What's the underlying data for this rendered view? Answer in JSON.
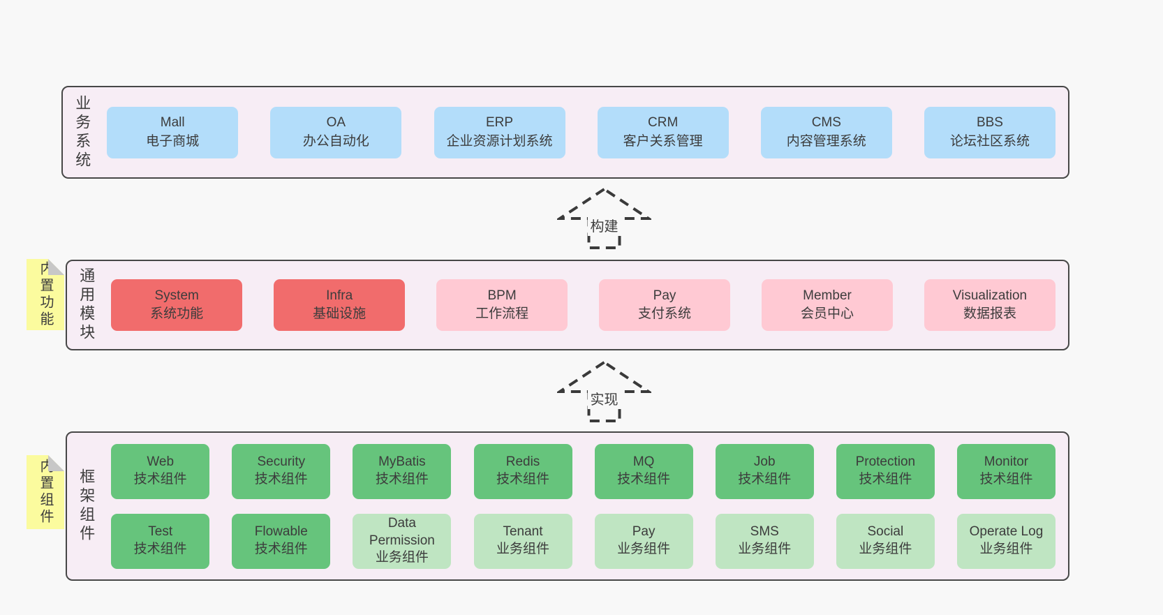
{
  "colors": {
    "page_bg": "#f8f8f8",
    "layer_bg": "#f7edf5",
    "layer_border": "#474747",
    "note_bg": "#fbfb9e",
    "note_fold": "#c7c7c7",
    "arrow_stroke": "#3a3a3a",
    "text": "#3c3c3c",
    "blue": "#b3ddfa",
    "red": "#f16c6c",
    "pink": "#ffc9d3",
    "green": "#66c47c",
    "lightgreen": "#bfe5c2"
  },
  "arrows": [
    {
      "id": "build",
      "label": "构建"
    },
    {
      "id": "implement",
      "label": "实现"
    }
  ],
  "layers": [
    {
      "id": "business",
      "label": "业务系统",
      "boxes": [
        {
          "title": "Mall",
          "subtitle": "电子商城",
          "variant": "blue"
        },
        {
          "title": "OA",
          "subtitle": "办公自动化",
          "variant": "blue"
        },
        {
          "title": "ERP",
          "subtitle": "企业资源计划系统",
          "variant": "blue"
        },
        {
          "title": "CRM",
          "subtitle": "客户关系管理",
          "variant": "blue"
        },
        {
          "title": "CMS",
          "subtitle": "内容管理系统",
          "variant": "blue"
        },
        {
          "title": "BBS",
          "subtitle": "论坛社区系统",
          "variant": "blue"
        }
      ]
    },
    {
      "id": "modules",
      "label": "通用模块",
      "note": "内置功能",
      "boxes": [
        {
          "title": "System",
          "subtitle": "系统功能",
          "variant": "red"
        },
        {
          "title": "Infra",
          "subtitle": "基础设施",
          "variant": "red"
        },
        {
          "title": "BPM",
          "subtitle": "工作流程",
          "variant": "pink"
        },
        {
          "title": "Pay",
          "subtitle": "支付系统",
          "variant": "pink"
        },
        {
          "title": "Member",
          "subtitle": "会员中心",
          "variant": "pink"
        },
        {
          "title": "Visualization",
          "subtitle": "数据报表",
          "variant": "pink"
        }
      ]
    },
    {
      "id": "components",
      "label": "框架组件",
      "note": "内置组件",
      "rows": [
        [
          {
            "title": "Web",
            "subtitle": "技术组件",
            "variant": "green"
          },
          {
            "title": "Security",
            "subtitle": "技术组件",
            "variant": "green"
          },
          {
            "title": "MyBatis",
            "subtitle": "技术组件",
            "variant": "green"
          },
          {
            "title": "Redis",
            "subtitle": "技术组件",
            "variant": "green"
          },
          {
            "title": "MQ",
            "subtitle": "技术组件",
            "variant": "green"
          },
          {
            "title": "Job",
            "subtitle": "技术组件",
            "variant": "green"
          },
          {
            "title": "Protection",
            "subtitle": "技术组件",
            "variant": "green"
          },
          {
            "title": "Monitor",
            "subtitle": "技术组件",
            "variant": "green"
          }
        ],
        [
          {
            "title": "Test",
            "subtitle": "技术组件",
            "variant": "green"
          },
          {
            "title": "Flowable",
            "subtitle": "技术组件",
            "variant": "green"
          },
          {
            "title": "Data Permission",
            "subtitle": "业务组件",
            "variant": "lightgreen"
          },
          {
            "title": "Tenant",
            "subtitle": "业务组件",
            "variant": "lightgreen"
          },
          {
            "title": "Pay",
            "subtitle": "业务组件",
            "variant": "lightgreen"
          },
          {
            "title": "SMS",
            "subtitle": "业务组件",
            "variant": "lightgreen"
          },
          {
            "title": "Social",
            "subtitle": "业务组件",
            "variant": "lightgreen"
          },
          {
            "title": "Operate Log",
            "subtitle": "业务组件",
            "variant": "lightgreen"
          }
        ]
      ]
    }
  ]
}
